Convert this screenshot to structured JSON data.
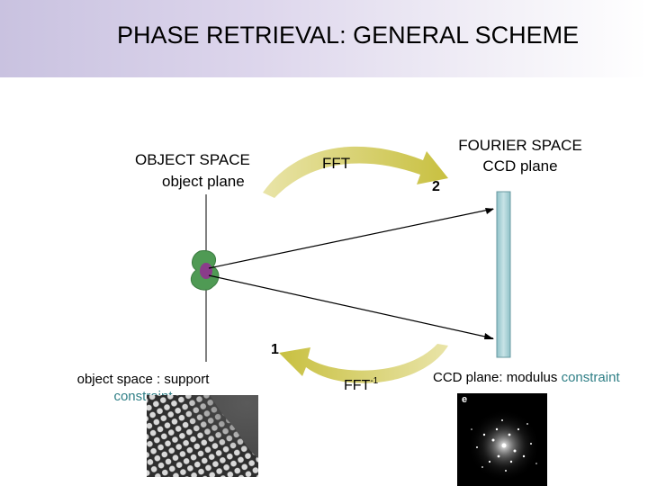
{
  "header": {
    "title": "PHASE RETRIEVAL: GENERAL SCHEME"
  },
  "object_space": {
    "title": "OBJECT SPACE",
    "subtitle": "object plane"
  },
  "fourier_space": {
    "title_line1": "FOURIER SPACE",
    "title_line2": "CCD plane"
  },
  "arrows": {
    "fft_label": "FFT",
    "ifft_label": "FFT",
    "ifft_exponent": "-1",
    "step_forward": "2",
    "step_back": "1"
  },
  "constraints": {
    "object_line1": "object space : support",
    "object_line2": "constraint",
    "ccd_prefix": "CCD plane: modulus ",
    "ccd_highlight": "constraint"
  },
  "diffraction_panel": {
    "letter": "e"
  },
  "colors": {
    "header": "#c9c2e0",
    "arrow": "#c8c040",
    "sample": "#4f9a54",
    "sample_core": "#8a3c8a",
    "detector": "#a8cfd4",
    "highlight": "#2f7f86"
  }
}
